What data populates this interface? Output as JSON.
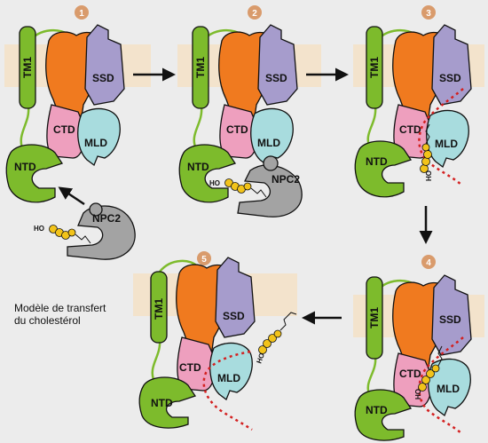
{
  "title": [
    "Modèle de transfert",
    "du cholestérol"
  ],
  "colors": {
    "background": "#ececec",
    "membrane": "#f3e3cc",
    "tm1": "#7dbb2c",
    "ntd": "#7dbb2c",
    "ssd": "#a69ccc",
    "ctd": "#ee9fbe",
    "mld": "#a8dcde",
    "orange_core": "#f07a1f",
    "npc2": "#a3a3a3",
    "cholesterol": "#f2c31a",
    "badge": "#d99b6c",
    "path": "#d32020"
  },
  "labels": {
    "tm1": "TM1",
    "ssd": "SSD",
    "ctd": "CTD",
    "mld": "MLD",
    "ntd": "NTD",
    "npc2": "NPC2",
    "ho": "HO"
  },
  "steps": [
    "1",
    "2",
    "3",
    "4",
    "5"
  ]
}
